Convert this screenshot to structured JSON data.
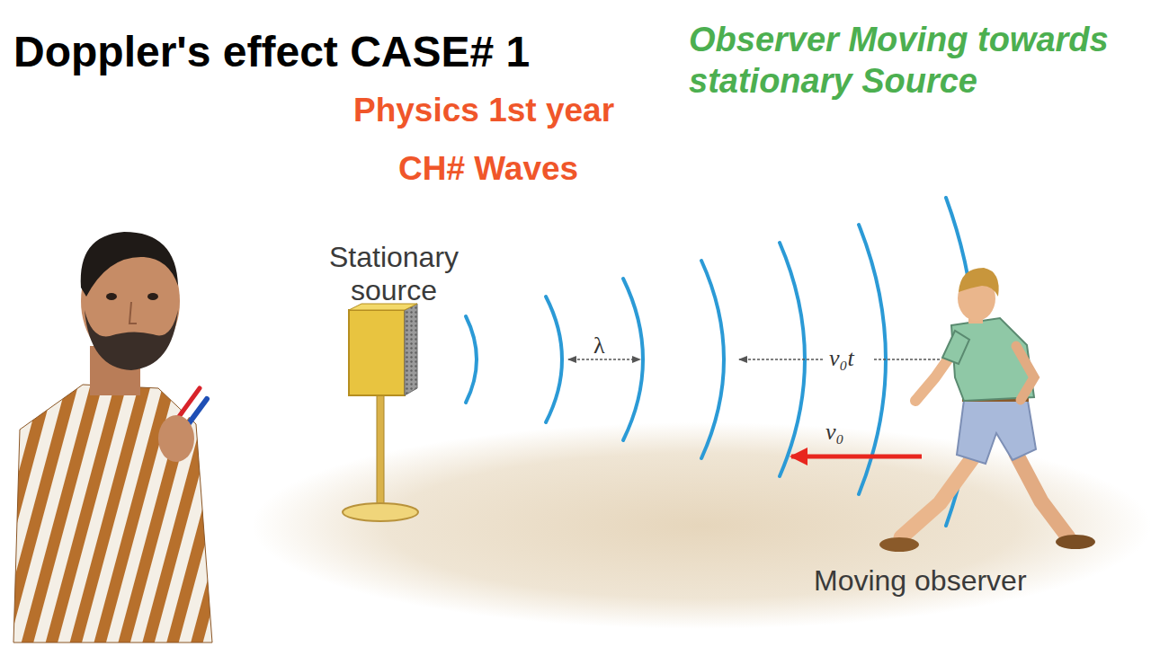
{
  "diagram": {
    "title": "Doppler's effect CASE# 1",
    "labels": [
      "Physics 1st year",
      "CH# Waves",
      "Observer Moving towards stationary Source",
      "Stationary source",
      "λ",
      "v₀t",
      "v₀",
      "Moving observer"
    ]
  }
}
